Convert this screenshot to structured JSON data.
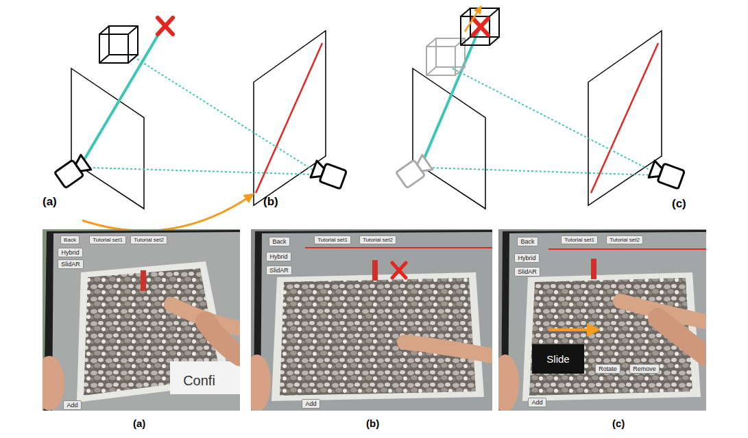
{
  "diagram": {
    "nodes": [
      {
        "text": [
          "Back"
        ]
      },
      {
        "text": [
          "Tutorial set1"
        ]
      },
      {
        "text": [
          "Tutorial set2"
        ]
      },
      {
        "text": [
          "Hybrid"
        ]
      },
      {
        "text": [
          "SlidAR"
        ]
      },
      {
        "text": [
          "Add"
        ]
      },
      {
        "text": [
          "Confi"
        ]
      },
      {
        "text": [
          "Back"
        ]
      },
      {
        "text": [
          "Tutorial set1"
        ]
      },
      {
        "text": [
          "Tutorial set2"
        ]
      },
      {
        "text": [
          "Hybrid"
        ]
      },
      {
        "text": [
          "SlidAR"
        ]
      },
      {
        "text": [
          "Add"
        ]
      },
      {
        "text": [
          "Back"
        ]
      },
      {
        "text": [
          "Tutorial set1"
        ]
      },
      {
        "text": [
          "Tutorial set2"
        ]
      },
      {
        "text": [
          "Hybrid"
        ]
      },
      {
        "text": [
          "SlidAR"
        ]
      },
      {
        "text": [
          "Slide"
        ]
      },
      {
        "text": [
          "Add"
        ]
      },
      {
        "text": [
          "Rotate"
        ]
      },
      {
        "text": [
          "Remove"
        ]
      }
    ],
    "labels": [
      "(a)",
      "(b)",
      "(c)",
      "(a)",
      "(b)",
      "(c)"
    ]
  }
}
